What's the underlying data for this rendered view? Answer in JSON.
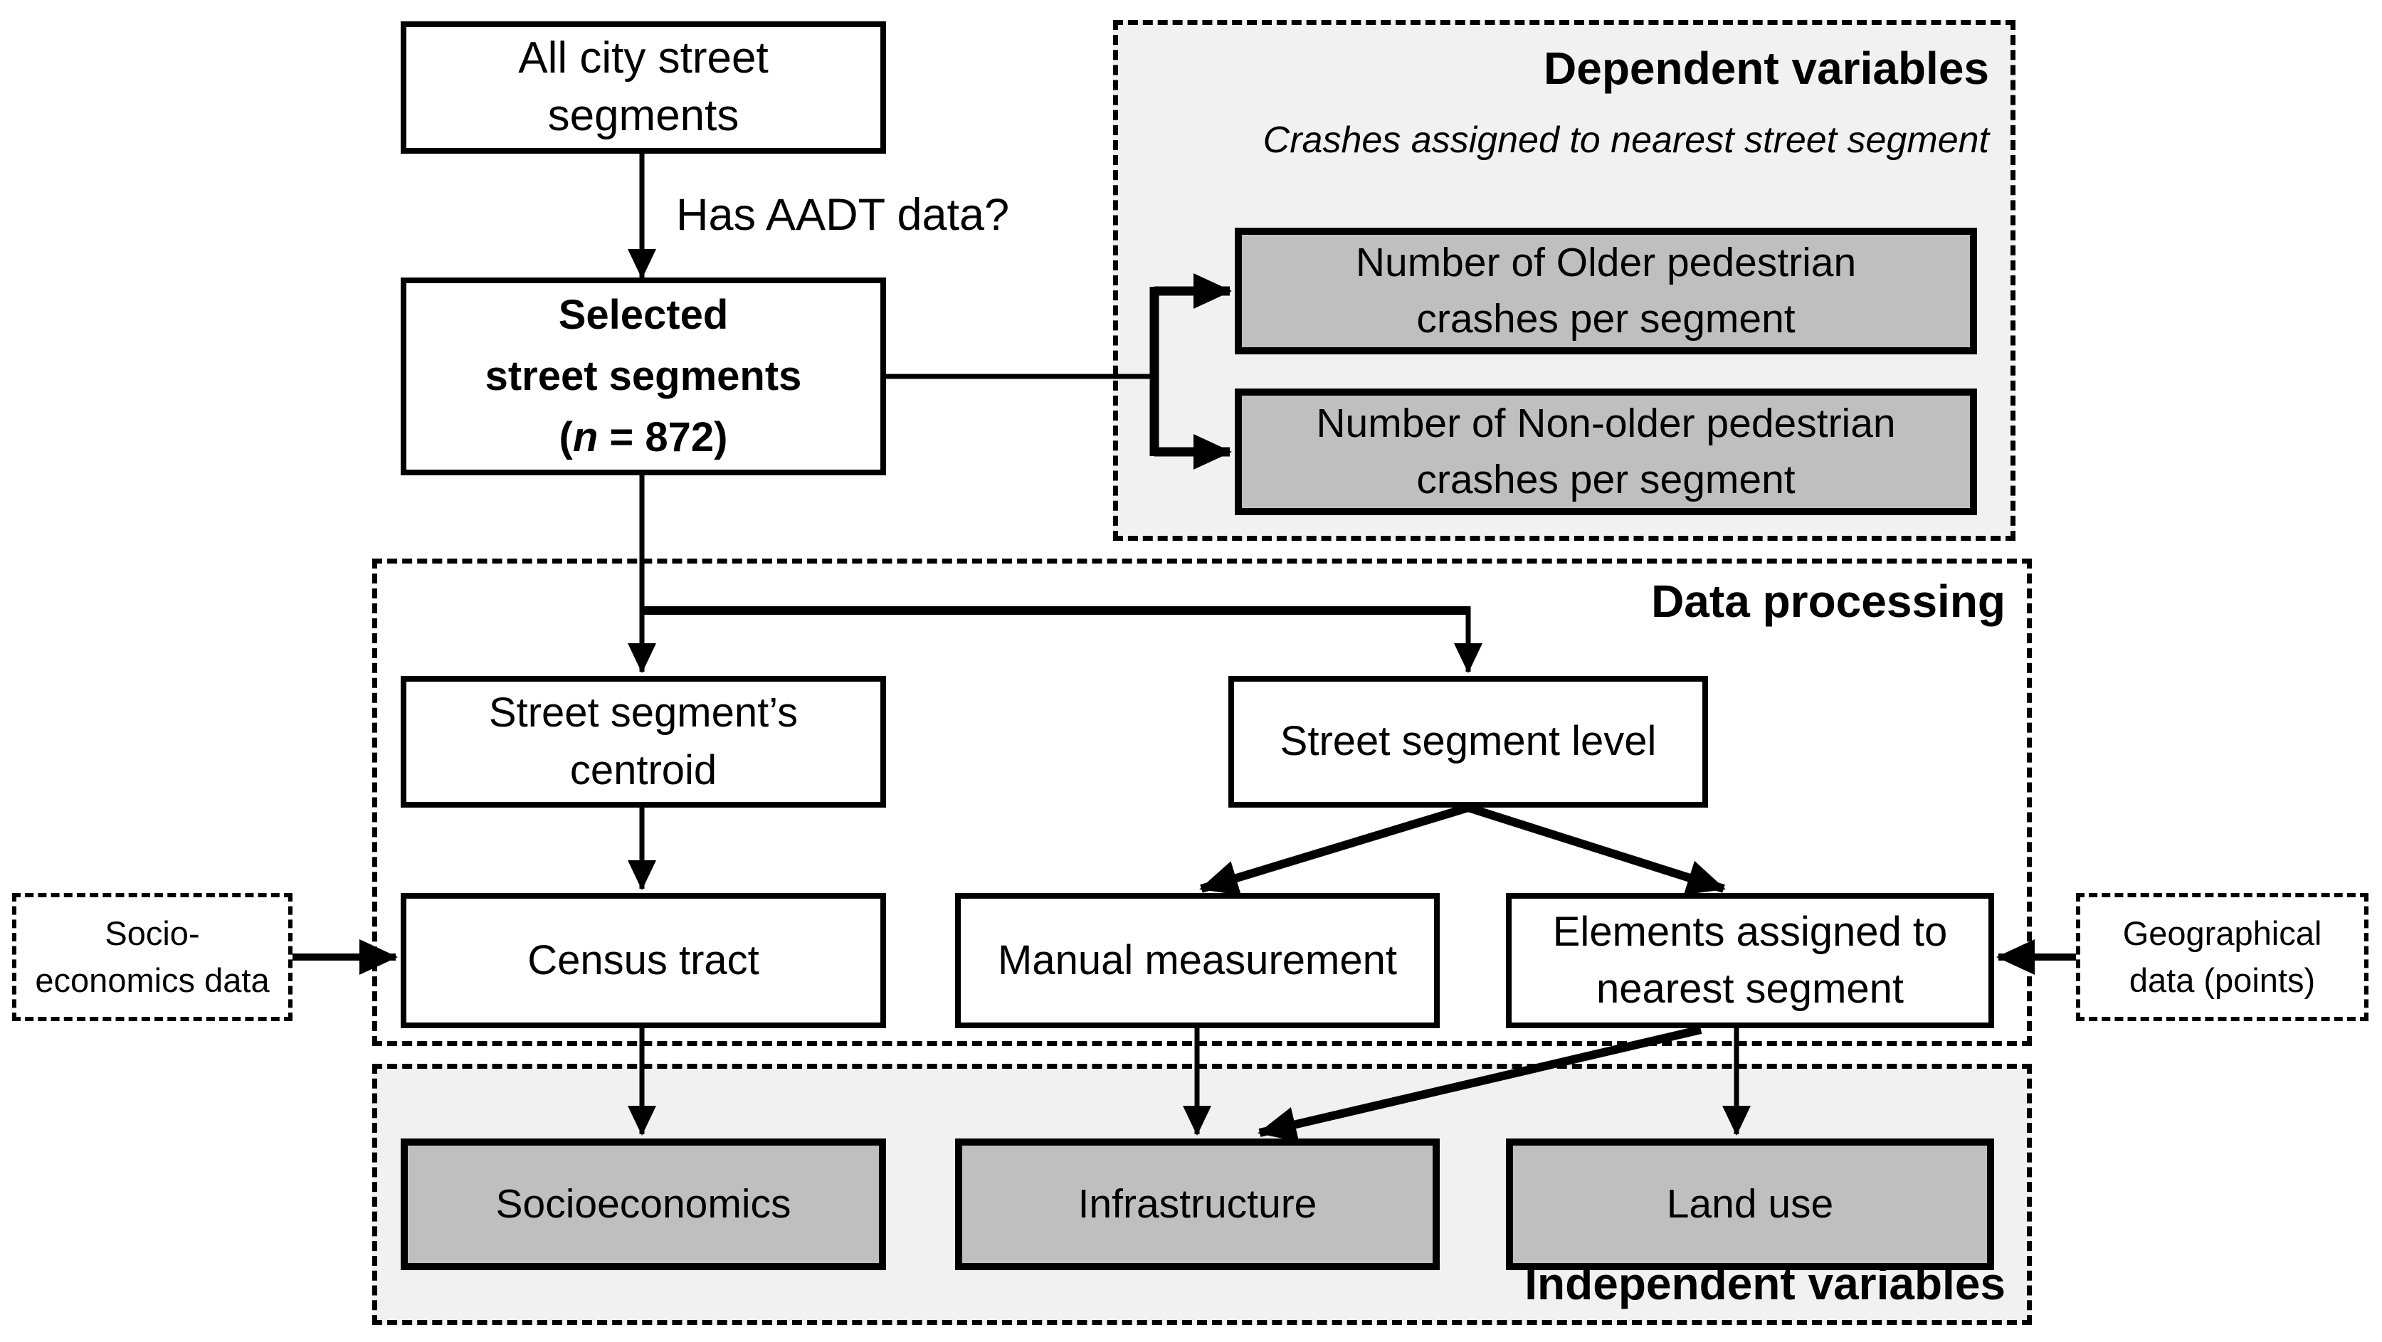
{
  "panels": {
    "dependent": {
      "title": "Dependent variables",
      "subtitle": "Crashes assigned to nearest street segment"
    },
    "data_processing": {
      "title": "Data processing"
    },
    "independent": {
      "title": "Independent variables"
    }
  },
  "edge_labels": {
    "has_aadt": "Has AADT data?"
  },
  "nodes": {
    "all_city": {
      "line1": "All city street",
      "line2": "segments"
    },
    "selected": {
      "line1": "Selected",
      "line2": "street segments",
      "n_open": "(",
      "n_italic": "n",
      "n_rest": " = 872)"
    },
    "crash_older": {
      "line1": "Number of Older pedestrian",
      "line2": "crashes per segment"
    },
    "crash_nonolder": {
      "line1": "Number of Non-older pedestrian",
      "line2": "crashes per segment"
    },
    "centroid": {
      "line1": "Street segment’s",
      "line2": "centroid"
    },
    "level": {
      "line1": "Street segment level"
    },
    "census": {
      "line1": "Census tract"
    },
    "manual": {
      "line1": "Manual measurement"
    },
    "elements": {
      "line1": "Elements assigned to",
      "line2": "nearest segment"
    },
    "socio_data": {
      "line1": "Socio-",
      "line2": "economics data"
    },
    "geo_data": {
      "line1": "Geographical",
      "line2": "data (points)"
    },
    "socioeconomics": {
      "line1": "Socioeconomics"
    },
    "infrastructure": {
      "line1": "Infrastructure"
    },
    "landuse": {
      "line1": "Land use"
    }
  },
  "colors": {
    "node_fill": "#ffffff",
    "gray_fill": "#bfbfbf",
    "panel_fill": "#f1f1f1",
    "line": "#000000"
  }
}
